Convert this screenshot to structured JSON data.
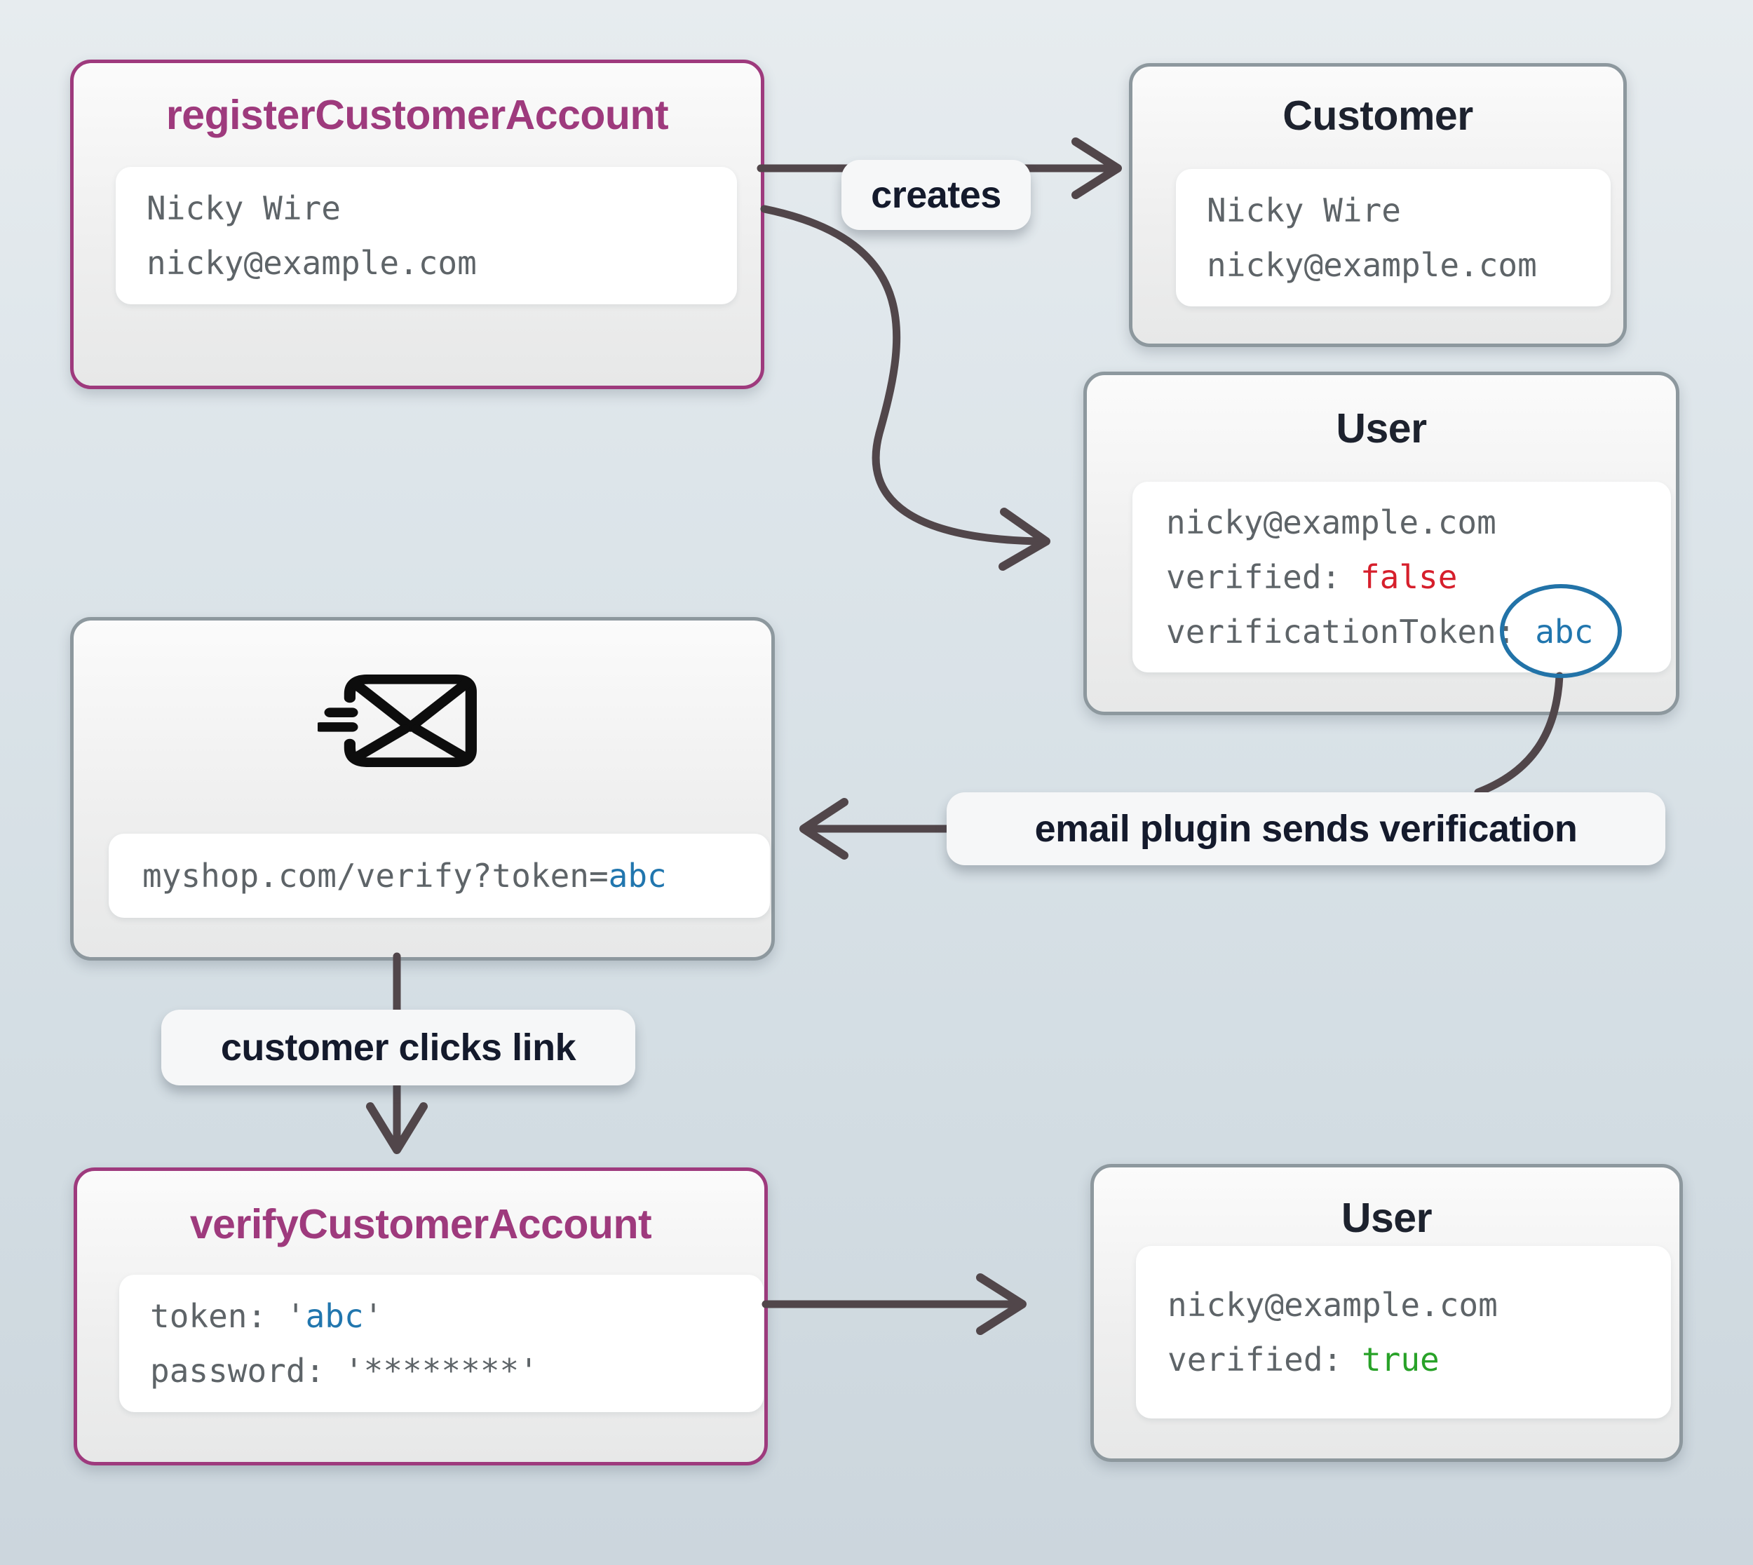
{
  "diagram": {
    "register": {
      "title": "registerCustomerAccount",
      "name": "Nicky Wire",
      "email": "nicky@example.com"
    },
    "customer": {
      "title": "Customer",
      "name": "Nicky Wire",
      "email": "nicky@example.com"
    },
    "user_unverified": {
      "title": "User",
      "email": "nicky@example.com",
      "verified_label": "verified: ",
      "verified_value": "false",
      "token_label": "verificationToken: ",
      "token_value": "abc"
    },
    "email_link": {
      "url_prefix": "myshop.com/verify?token=",
      "token_value": "abc"
    },
    "verify": {
      "title": "verifyCustomerAccount",
      "token_label": "token: ",
      "quote": "'",
      "token_value": "abc",
      "password_label": "password: ",
      "password_value": "'********'"
    },
    "user_verified": {
      "title": "User",
      "email": "nicky@example.com",
      "verified_label": "verified: ",
      "verified_value": "true"
    }
  },
  "labels": {
    "creates": "creates",
    "email_plugin": "email plugin sends verification",
    "customer_clicks": "customer clicks link"
  },
  "icons": {
    "envelope": "envelope-send-icon",
    "token_circle": "token-highlight-circle"
  },
  "colors": {
    "accent_purple": "#9e3a7d",
    "accent_blue": "#2176ae",
    "accent_red": "#d61f2c",
    "accent_green": "#28a228",
    "arrow": "#51464a"
  }
}
